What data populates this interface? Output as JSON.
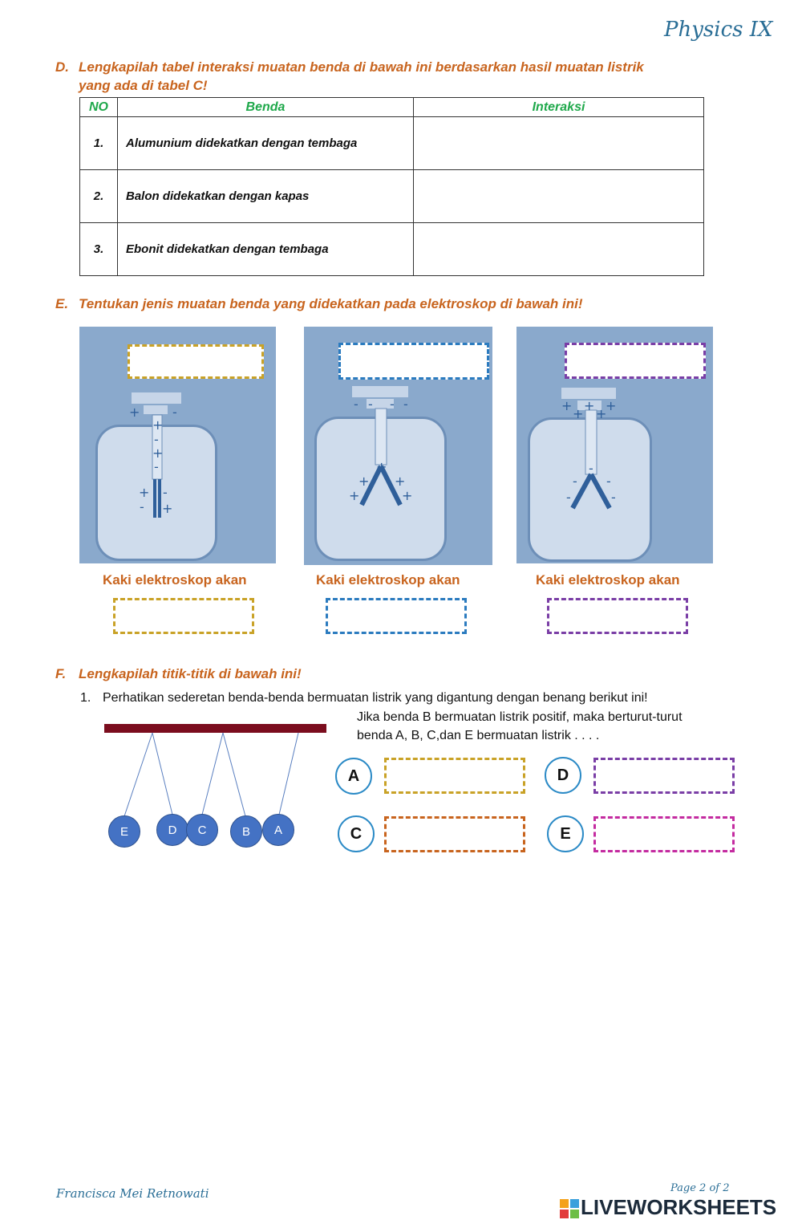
{
  "header": {
    "subject": "Physics IX"
  },
  "sectionD": {
    "letter": "D.",
    "title_line1": "Lengkapilah tabel interaksi muatan benda di bawah ini berdasarkan hasil muatan listrik",
    "title_line2": "yang ada di tabel C!",
    "table": {
      "headers": [
        "NO",
        "Benda",
        "Interaksi"
      ],
      "rows": [
        {
          "no": "1.",
          "benda": "Alumunium didekatkan dengan tembaga",
          "interaksi": ""
        },
        {
          "no": "2.",
          "benda": "Balon didekatkan dengan kapas",
          "interaksi": ""
        },
        {
          "no": "3.",
          "benda": "Ebonit didekatkan dengan tembaga",
          "interaksi": ""
        }
      ]
    }
  },
  "sectionE": {
    "letter": "E.",
    "title": "Tentukan jenis muatan benda yang didekatkan pada elektroskop di bawah ini!",
    "panels": [
      {
        "caption": "Kaki elektroskop akan",
        "box_color": "#c9a227",
        "answer_top": "",
        "answer_bottom": ""
      },
      {
        "caption": "Kaki elektroskop akan",
        "box_color": "#2b7bbf",
        "answer_top": "",
        "answer_bottom": ""
      },
      {
        "caption": "Kaki elektroskop akan",
        "box_color": "#7a3ea6",
        "answer_top": "",
        "answer_bottom": ""
      }
    ]
  },
  "sectionF": {
    "letter": "F.",
    "title": "Lengkapilah titik-titik di bawah ini!",
    "q1_number": "1.",
    "q1_text": "Perhatikan sederetan benda-benda bermuatan listrik yang digantung dengan benang berikut ini!",
    "q1_sub_line1": "Jika benda B bermuatan listrik positif, maka berturut-turut",
    "q1_sub_line2": "benda A, B, C,dan E bermuatan listrik . . . .",
    "balls": [
      "E",
      "D",
      "C",
      "B",
      "A"
    ],
    "answers": [
      {
        "label": "A",
        "value": "",
        "color": "#c9a227"
      },
      {
        "label": "D",
        "value": "",
        "color": "#7a3ea6"
      },
      {
        "label": "C",
        "value": "",
        "color": "#c8641e"
      },
      {
        "label": "E",
        "value": "",
        "color": "#c42ba0"
      }
    ]
  },
  "footer": {
    "author": "Francisca Mei Retnowati",
    "page": "Page 2 of 2",
    "brand": "LIVEWORKSHEETS"
  }
}
